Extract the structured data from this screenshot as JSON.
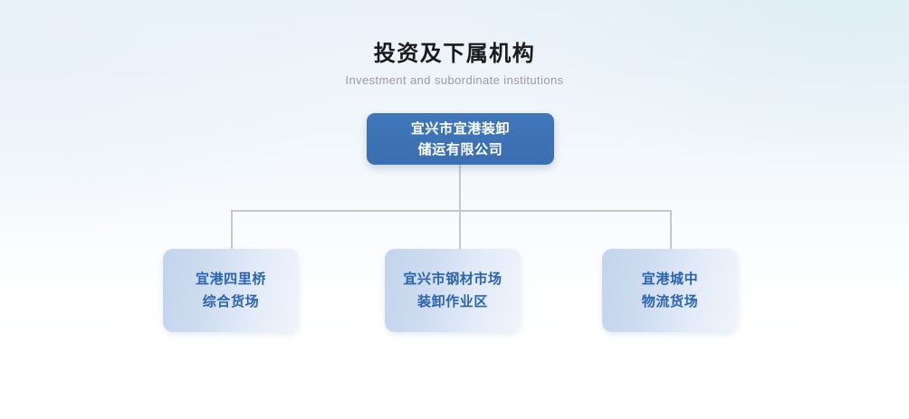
{
  "header": {
    "title": "投资及下属机构",
    "subtitle": "Investment and subordinate institutions"
  },
  "chart_type": "org-chart",
  "colors": {
    "root_node_fill": "#3a72b5",
    "root_node_text": "#ffffff",
    "child_node_fill_start": "#c2d4ec",
    "child_node_fill_end": "#f0f5fc",
    "child_node_text": "#2a63ae",
    "connector_line": "#c7c7c7",
    "title_text": "#1b1b1b",
    "subtitle_text": "#9b9b9b",
    "background_top": "#eaf2f9",
    "background_bottom": "#ffffff"
  },
  "org_chart": {
    "root": {
      "name": "宜兴市宜港装卸储运有限公司",
      "line1": "宜兴市宜港装卸",
      "line2": "储运有限公司"
    },
    "children": [
      {
        "name": "宜港四里桥综合货场",
        "line1": "宜港四里桥",
        "line2": "综合货场"
      },
      {
        "name": "宜兴市钢材市场装卸作业区",
        "line1": "宜兴市钢材市场",
        "line2": "装卸作业区"
      },
      {
        "name": "宜港城中物流货场",
        "line1": "宜港城中",
        "line2": "物流货场"
      }
    ]
  }
}
